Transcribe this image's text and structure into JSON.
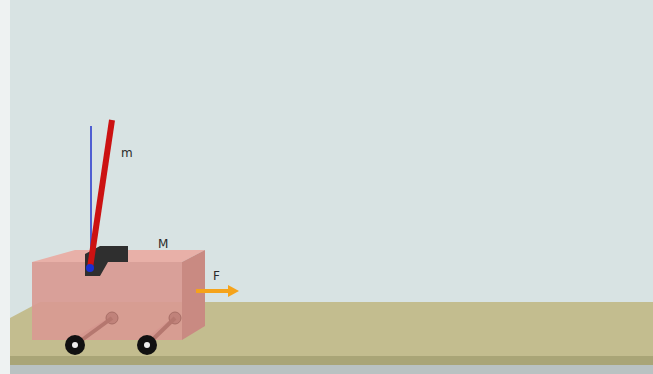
{
  "diagram": {
    "labels": [
      "m",
      "M",
      "F"
    ]
  }
}
